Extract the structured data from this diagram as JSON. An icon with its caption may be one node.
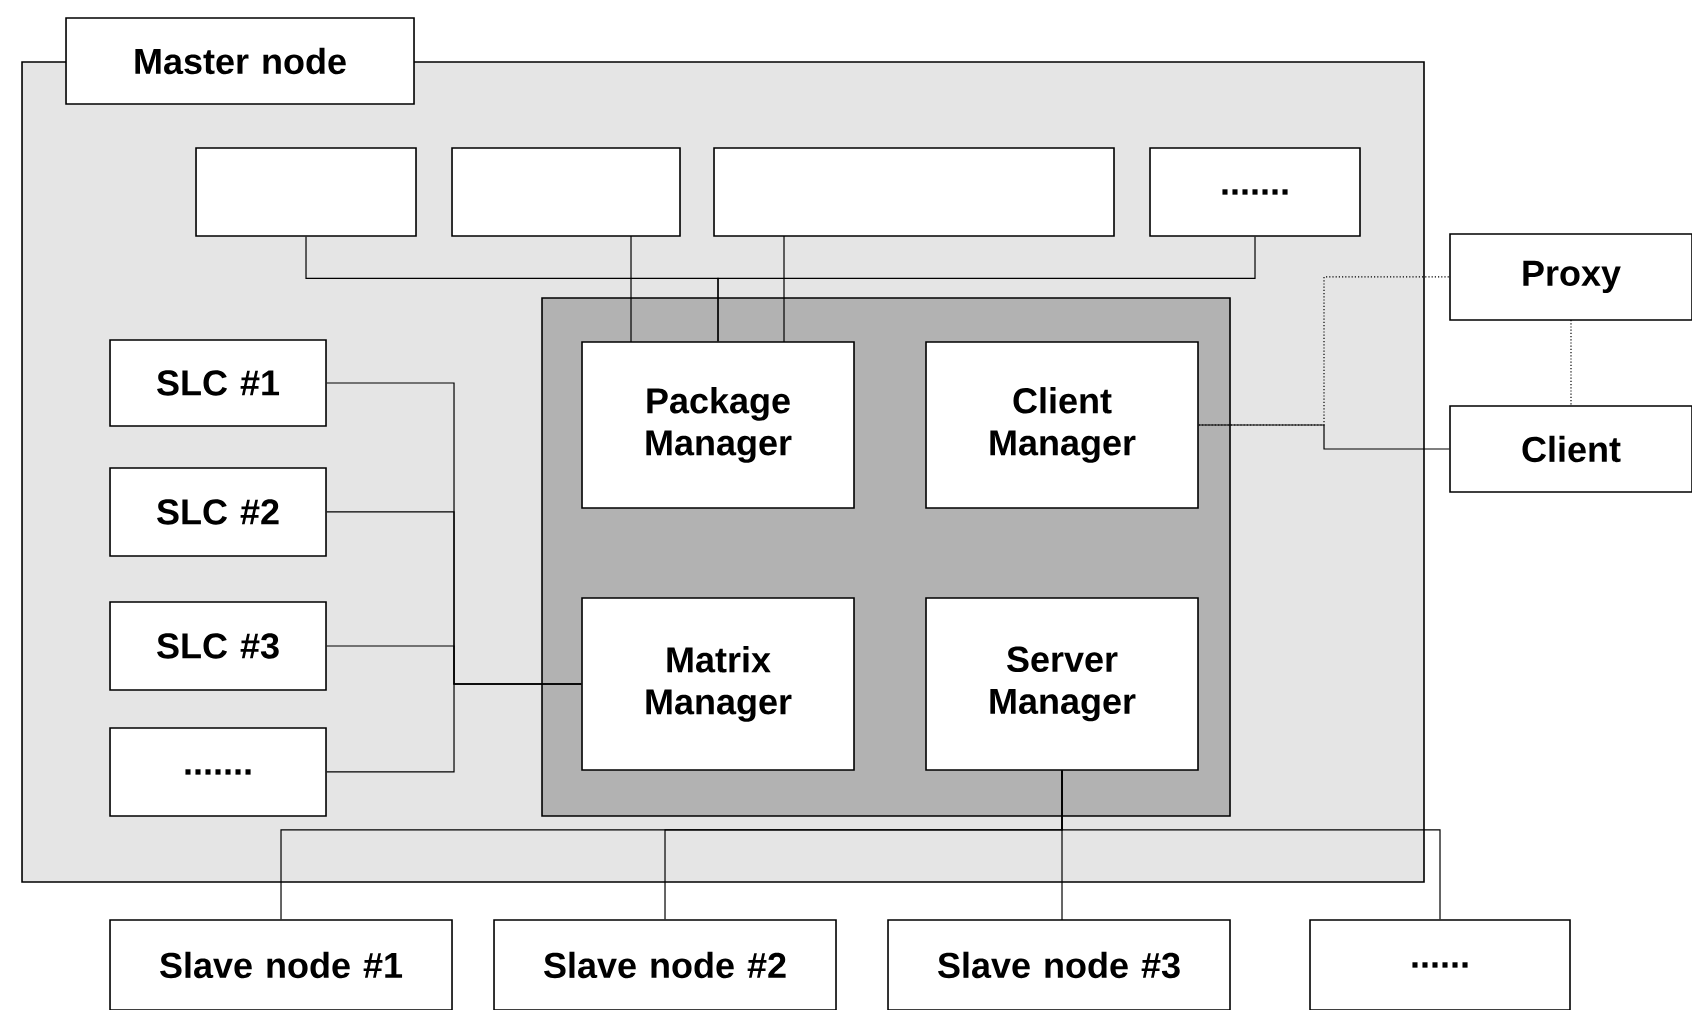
{
  "diagram": {
    "nodes": [
      {
        "text": [
          "Master node"
        ]
      },
      {
        "text": [],
        "shape": "box"
      },
      {
        "text": [],
        "shape": "box",
        "in": 1
      },
      {
        "text": [],
        "shape": "box",
        "in": 1
      },
      {
        "text": [],
        "shape": "box",
        "in": 1
      },
      {
        "text": [
          "......."
        ],
        "in": 1
      },
      {
        "text": [],
        "shape": "box",
        "in": 1
      },
      {
        "text": [
          "Package Manager"
        ],
        "in": 6
      },
      {
        "text": [
          "Client Manager"
        ],
        "in": 6
      },
      {
        "text": [
          "Matrix Manager"
        ],
        "in": 6
      },
      {
        "text": [
          "Server Manager"
        ],
        "in": 6
      },
      {
        "text": [
          "SLC #1"
        ],
        "in": 1
      },
      {
        "text": [
          "SLC #2"
        ],
        "in": 1
      },
      {
        "text": [
          "SLC #3"
        ],
        "in": 1
      },
      {
        "text": [
          "......."
        ],
        "in": 1
      },
      {
        "text": [
          "Proxy"
        ]
      },
      {
        "text": [
          "Client"
        ]
      },
      {
        "text": [
          "Slave node #1"
        ]
      },
      {
        "text": [
          "Slave node #2"
        ]
      },
      {
        "text": [
          "Slave node #3"
        ]
      },
      {
        "text": [
          "......"
        ]
      }
    ],
    "edges": [
      {
        "from": 2,
        "to": 7,
        "arrow": "none"
      },
      {
        "from": 3,
        "to": 7,
        "arrow": "none"
      },
      {
        "from": 4,
        "to": 7,
        "arrow": "none"
      },
      {
        "from": 5,
        "to": 7,
        "arrow": "none"
      },
      {
        "from": 11,
        "to": 9,
        "arrow": "none"
      },
      {
        "from": 12,
        "to": 9,
        "arrow": "none"
      },
      {
        "from": 13,
        "to": 9,
        "arrow": "none"
      },
      {
        "from": 14,
        "to": 9,
        "arrow": "none"
      },
      {
        "from": 8,
        "to": 16,
        "arrow": "none"
      },
      {
        "from": 8,
        "to": 15,
        "arrow": "none",
        "style": "dashed"
      },
      {
        "from": 15,
        "to": 16,
        "arrow": "none",
        "style": "dashed"
      },
      {
        "from": 10,
        "to": 17,
        "arrow": "none"
      },
      {
        "from": 10,
        "to": 18,
        "arrow": "none"
      },
      {
        "from": 10,
        "to": 19,
        "arrow": "none"
      },
      {
        "from": 10,
        "to": 20,
        "arrow": "none"
      }
    ]
  }
}
